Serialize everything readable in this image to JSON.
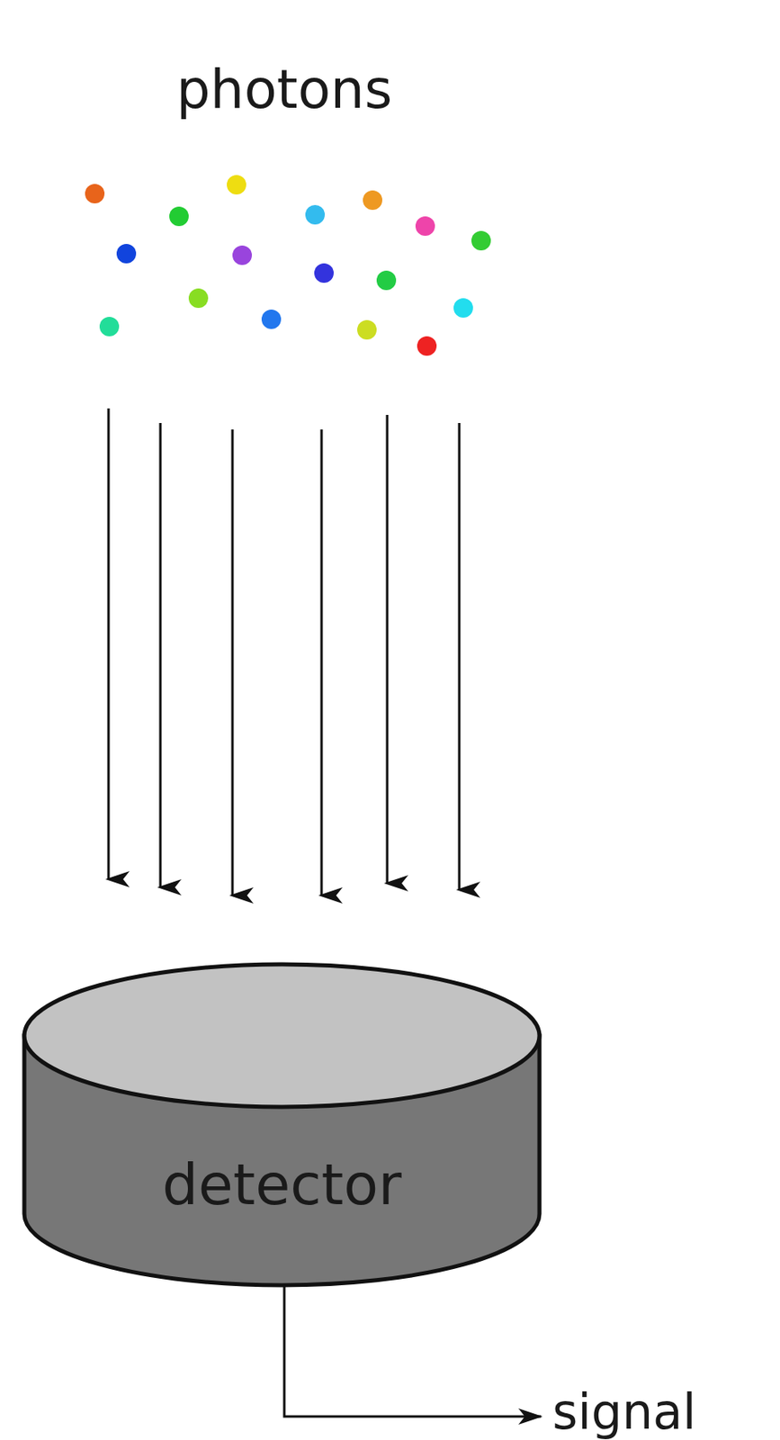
{
  "diagram": {
    "nodes": [
      {
        "text": [
          "detector"
        ]
      }
    ],
    "labels": [
      "photons",
      "signal"
    ]
  }
}
